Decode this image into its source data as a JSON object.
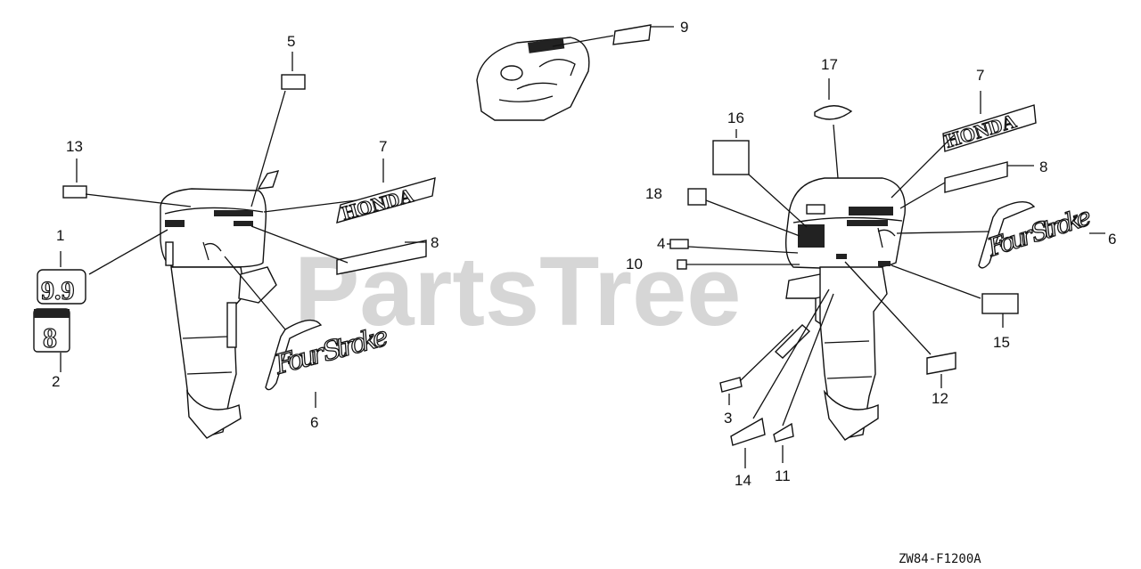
{
  "watermark": "PartsTree",
  "figure_code": "ZW84-F1200A",
  "decals": {
    "honda_wordmark": "HONDA",
    "badge_9_9": "9.9",
    "badge_8": "8",
    "four_stroke_script": "Four Stroke"
  },
  "callouts": [
    {
      "id": "c1",
      "label": "1"
    },
    {
      "id": "c2",
      "label": "2"
    },
    {
      "id": "c3",
      "label": "3"
    },
    {
      "id": "c4",
      "label": "4"
    },
    {
      "id": "c5",
      "label": "5"
    },
    {
      "id": "c6a",
      "label": "6"
    },
    {
      "id": "c6b",
      "label": "6"
    },
    {
      "id": "c7a",
      "label": "7"
    },
    {
      "id": "c7b",
      "label": "7"
    },
    {
      "id": "c8a",
      "label": "8"
    },
    {
      "id": "c8b",
      "label": "8"
    },
    {
      "id": "c9",
      "label": "9"
    },
    {
      "id": "c10",
      "label": "10"
    },
    {
      "id": "c11",
      "label": "11"
    },
    {
      "id": "c12",
      "label": "12"
    },
    {
      "id": "c13",
      "label": "13"
    },
    {
      "id": "c14",
      "label": "14"
    },
    {
      "id": "c15",
      "label": "15"
    },
    {
      "id": "c16",
      "label": "16"
    },
    {
      "id": "c17",
      "label": "17"
    },
    {
      "id": "c18",
      "label": "18"
    }
  ]
}
